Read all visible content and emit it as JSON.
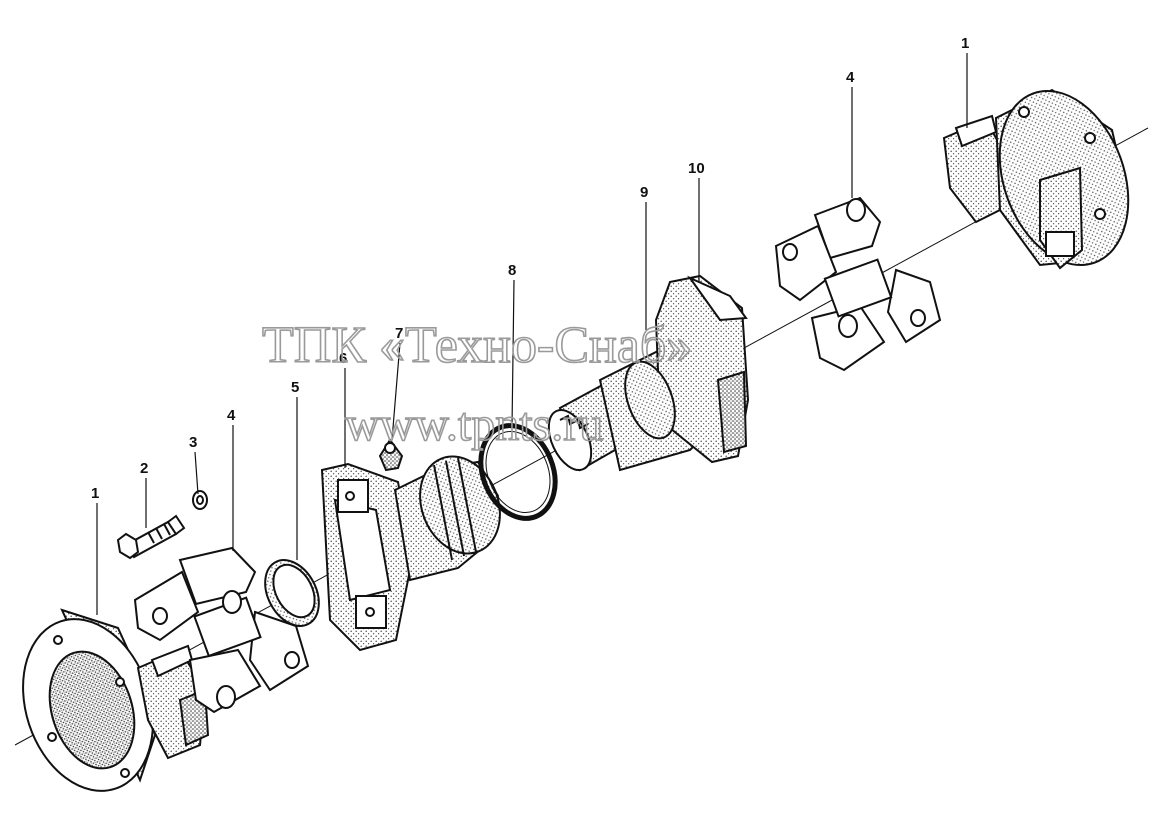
{
  "colors": {
    "ink": "#111111",
    "paper": "#ffffff",
    "stipple": "#555555",
    "watermark": "#9a9a9a"
  },
  "callouts": [
    "1",
    "2",
    "3",
    "4",
    "5",
    "6",
    "7",
    "8",
    "9",
    "10",
    "4",
    "1"
  ],
  "watermark": {
    "line1": "ТПК «Техно-Снаб»",
    "line2": "www.tpnts.ru"
  }
}
